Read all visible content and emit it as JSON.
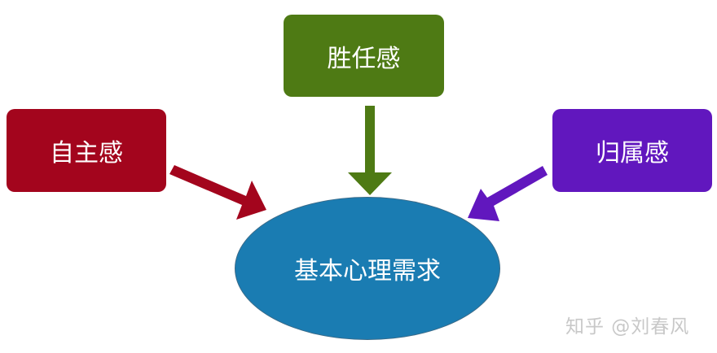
{
  "diagram": {
    "center": {
      "label": "基本心理需求",
      "color": "#1a7cb2"
    },
    "nodes": [
      {
        "id": "autonomy",
        "label": "自主感",
        "color": "#a3051d"
      },
      {
        "id": "competence",
        "label": "胜任感",
        "color": "#4e7a14"
      },
      {
        "id": "relatedness",
        "label": "归属感",
        "color": "#6117be"
      }
    ],
    "edges": [
      {
        "from": "autonomy",
        "to": "center"
      },
      {
        "from": "competence",
        "to": "center"
      },
      {
        "from": "relatedness",
        "to": "center"
      }
    ]
  },
  "watermark": "知乎 @刘春风"
}
